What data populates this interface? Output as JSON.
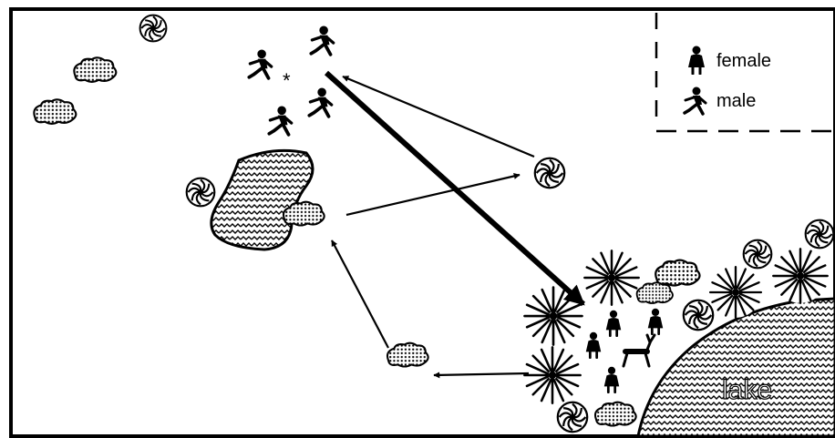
{
  "legend": {
    "female_label": "female",
    "male_label": "male",
    "female_icon": "female-figure-icon",
    "male_icon": "male-figure-icon"
  },
  "lake": {
    "label": "lake"
  },
  "markers": {
    "star": "*"
  },
  "colors": {
    "ink": "#000000",
    "paper": "#ffffff"
  }
}
